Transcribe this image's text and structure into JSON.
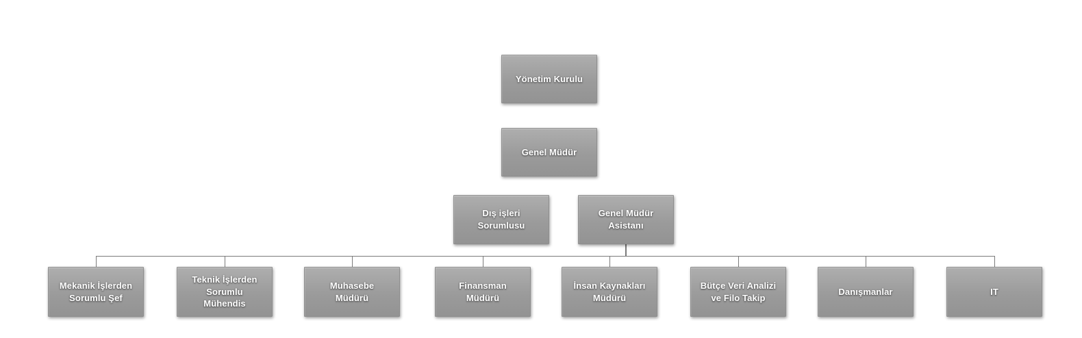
{
  "colors": {
    "background": "#ffffff",
    "node_fill": "#9b9b9b",
    "node_fill_light": "#aeaeae",
    "node_fill_dark": "#939393",
    "node_border": "#8e8e8e",
    "node_text": "#ffffff",
    "connector": "#7a7a7a"
  },
  "org": {
    "level1": {
      "label": "Yönetim Kurulu"
    },
    "level2": {
      "label": "Genel Müdür"
    },
    "level3": [
      {
        "label": "Dış işleri\nSorumlusu"
      },
      {
        "label": "Genel Müdür\nAsistanı",
        "children": [
          {
            "label": "Mekanik İşlerden\nSorumlu Şef"
          },
          {
            "label": "Teknik İşlerden\nSorumlu\nMühendis"
          },
          {
            "label": "Muhasebe\nMüdürü"
          },
          {
            "label": "Finansman\nMüdürü"
          },
          {
            "label": "İnsan Kaynakları\nMüdürü"
          },
          {
            "label": "Bütçe Veri Analizi\nve Filo Takip"
          },
          {
            "label": "Danışmanlar"
          },
          {
            "label": "IT"
          }
        ]
      }
    ]
  }
}
